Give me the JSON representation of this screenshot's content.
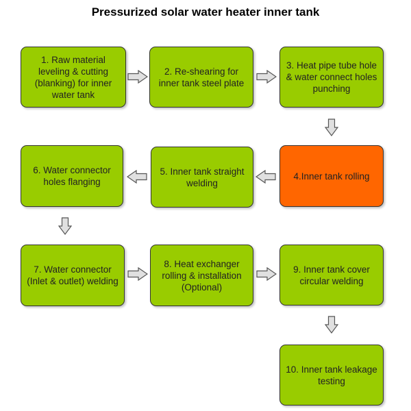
{
  "title": "Pressurized solar water heater inner tank",
  "colors": {
    "step": "#99cc00",
    "highlight": "#ff6600",
    "arrow": "#e0e0e0",
    "border": "#333333"
  },
  "steps": [
    {
      "label": "1. Raw material leveling & cutting (blanking) for inner water tank"
    },
    {
      "label": "2. Re-shearing for inner tank steel plate"
    },
    {
      "label": "3. Heat pipe tube hole & water connect holes punching"
    },
    {
      "label": "4.Inner tank rolling",
      "highlight": true
    },
    {
      "label": "5. Inner tank straight welding"
    },
    {
      "label": "6. Water connector holes flanging"
    },
    {
      "label": "7. Water connector (Inlet & outlet) welding"
    },
    {
      "label": "8. Heat exchanger rolling & installation (Optional)"
    },
    {
      "label": "9. Inner tank cover circular welding"
    },
    {
      "label": "10. Inner tank leakage testing"
    }
  ]
}
